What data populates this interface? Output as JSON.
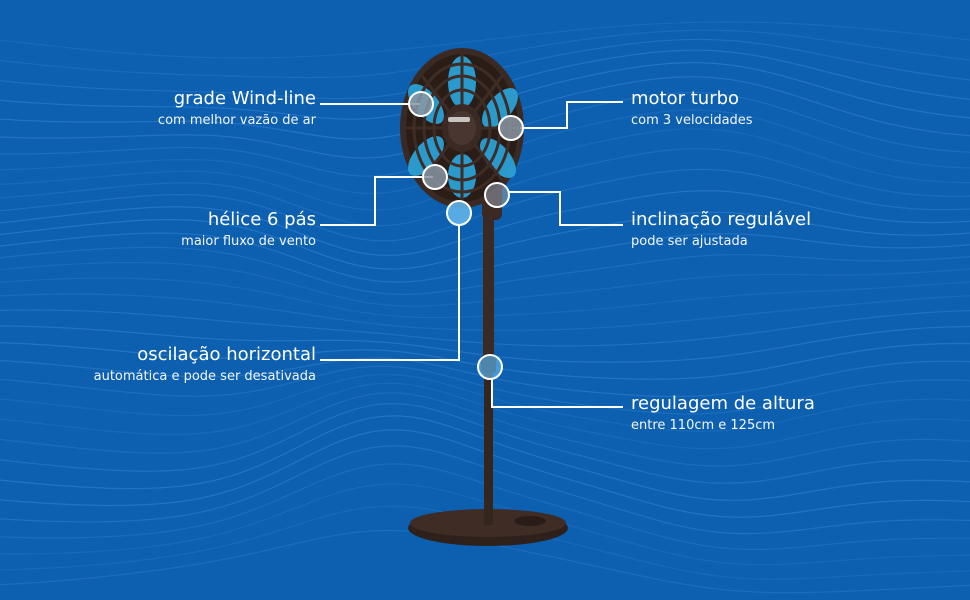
{
  "colors": {
    "background": "#0d5fb0",
    "wave": "#3a8ad6",
    "fan_body": "#3b2a24",
    "fan_accent": "#2aa8e0",
    "marker": "#ffffff",
    "marker_fill": "#8a96a3",
    "marker_fill_blue": "#5fb2e8"
  },
  "features": {
    "grade": {
      "title": "grade Wind-line",
      "subtitle": "com melhor vazão de ar"
    },
    "helice": {
      "title": "hélice 6 pás",
      "subtitle": "maior fluxo de vento"
    },
    "oscilacao": {
      "title": "oscilação horizontal",
      "subtitle": "automática e pode ser desativada"
    },
    "motor": {
      "title": "motor turbo",
      "subtitle": "com 3 velocidades"
    },
    "inclinacao": {
      "title": "inclinação regulável",
      "subtitle": "pode ser ajustada"
    },
    "regulagem": {
      "title": "regulagem de altura",
      "subtitle": "entre 110cm e 125cm"
    }
  },
  "icons": {
    "fan": "pedestal-fan-icon",
    "marker": "circle-marker-icon"
  }
}
